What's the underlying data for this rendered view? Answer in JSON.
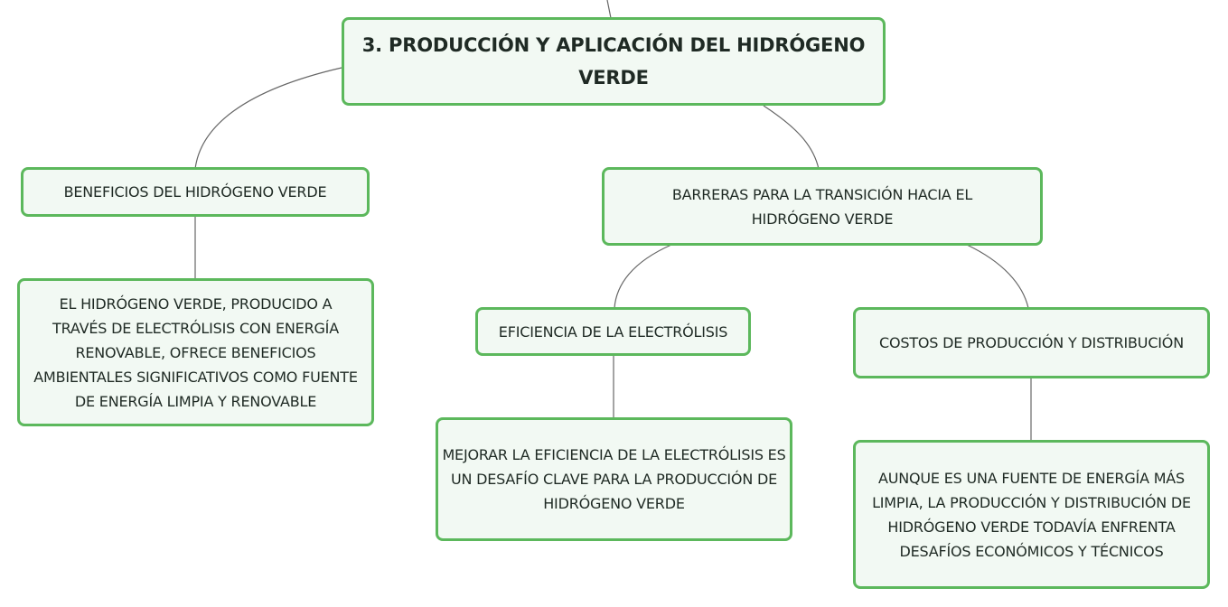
{
  "nodes": {
    "main": "3. PRODUCCIÓN Y APLICACIÓN DEL HIDRÓGENO VERDE",
    "beneficios": "BENEFICIOS DEL HIDRÓGENO VERDE",
    "beneficios_detalle": "EL HIDRÓGENO VERDE, PRODUCIDO A TRAVÉS DE ELECTRÓLISIS CON ENERGÍA RENOVABLE, OFRECE BENEFICIOS AMBIENTALES SIGNIFICATIVOS COMO FUENTE DE ENERGÍA LIMPIA Y RENOVABLE",
    "barreras": "BARRERAS PARA LA TRANSICIÓN HACIA EL HIDRÓGENO VERDE",
    "eficiencia": "EFICIENCIA DE LA ELECTRÓLISIS",
    "eficiencia_detalle": "MEJORAR LA EFICIENCIA DE LA ELECTRÓLISIS ES UN DESAFÍO CLAVE PARA LA PRODUCCIÓN DE HIDRÓGENO VERDE",
    "costos": "COSTOS DE PRODUCCIÓN Y DISTRIBUCIÓN",
    "costos_detalle": "AUNQUE ES UNA FUENTE DE ENERGÍA MÁS LIMPIA, LA PRODUCCIÓN Y DISTRIBUCIÓN DE HIDRÓGENO VERDE TODAVÍA ENFRENTA DESAFÍOS ECONÓMICOS Y TÉCNICOS"
  },
  "colors": {
    "border": "#5cb85c",
    "fill": "#f2f9f3",
    "connector": "#666666"
  }
}
